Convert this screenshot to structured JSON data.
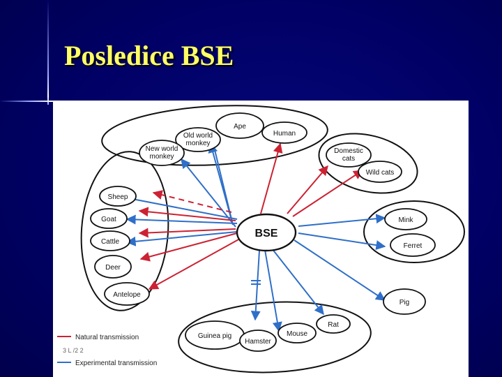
{
  "slide": {
    "title": "Posledice BSE"
  },
  "diagram": {
    "center": "BSE",
    "nodes": {
      "ape": "Ape",
      "human": "Human",
      "old_world_monkey_1": "Old world",
      "old_world_monkey_2": "monkey",
      "new_world_monkey_1": "New world",
      "new_world_monkey_2": "monkey",
      "domestic_cats_1": "Domestic",
      "domestic_cats_2": "cats",
      "wild_cats": "Wild cats",
      "sheep": "Sheep",
      "goat": "Goat",
      "cattle": "Cattle",
      "deer": "Deer",
      "antelope": "Antelope",
      "mink": "Mink",
      "ferret": "Ferret",
      "pig": "Pig",
      "guinea_pig": "Guinea pig",
      "hamster": "Hamster",
      "mouse": "Mouse",
      "rat": "Rat"
    },
    "legend": {
      "natural": "Natural transmission",
      "experimental": "Experimental transmission"
    },
    "handwritten_note": "3 L /2 2",
    "colors": {
      "natural": "#cc2233",
      "experimental": "#2f6fc8",
      "background": "#ffffff",
      "ink": "#111111"
    }
  }
}
